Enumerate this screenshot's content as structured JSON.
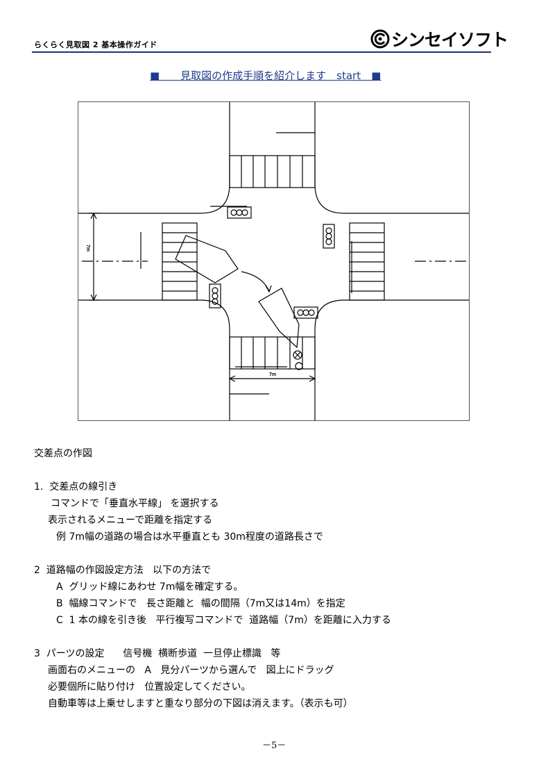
{
  "header": {
    "title": "らくらく見取図 2 基本操作ガイド",
    "brand": "シンセイソフト"
  },
  "heading": "■　　見取図の作成手順を紹介します　start　■",
  "figure": {
    "dim_vertical": "7m",
    "dim_horizontal": "7m"
  },
  "section_title": "交差点の作図",
  "steps": [
    {
      "title": "1.  交差点の線引き",
      "lines": [
        "コマンドで「垂直水平線」 を選択する",
        "表示されるメニューで距離を指定する",
        "例 7m幅の道路の場合は水平垂直とも 30m程度の道路長さで"
      ]
    },
    {
      "title": "2  道路幅の作図設定方法   以下の方法で",
      "lines": [
        "A  グリッド線にあわせ 7m幅を確定する。",
        "B  幅線コマンドで   長さ距離と  幅の間隔（7m又は14m）を指定",
        "C  1 本の線を引き後   平行複写コマンドで  道路幅（7m）を距離に入力する"
      ]
    },
    {
      "title": "3  パーツの設定      信号機  横断歩道  一旦停止標識   等",
      "lines": [
        "画面右のメニューの   A   見分パーツから選んで   図上にドラッグ",
        "必要個所に貼り付け   位置設定してください。",
        "自動車等は上乗せしますと重なり部分の下図は消えます。（表示も可）"
      ]
    }
  ],
  "page_number": "－5－"
}
